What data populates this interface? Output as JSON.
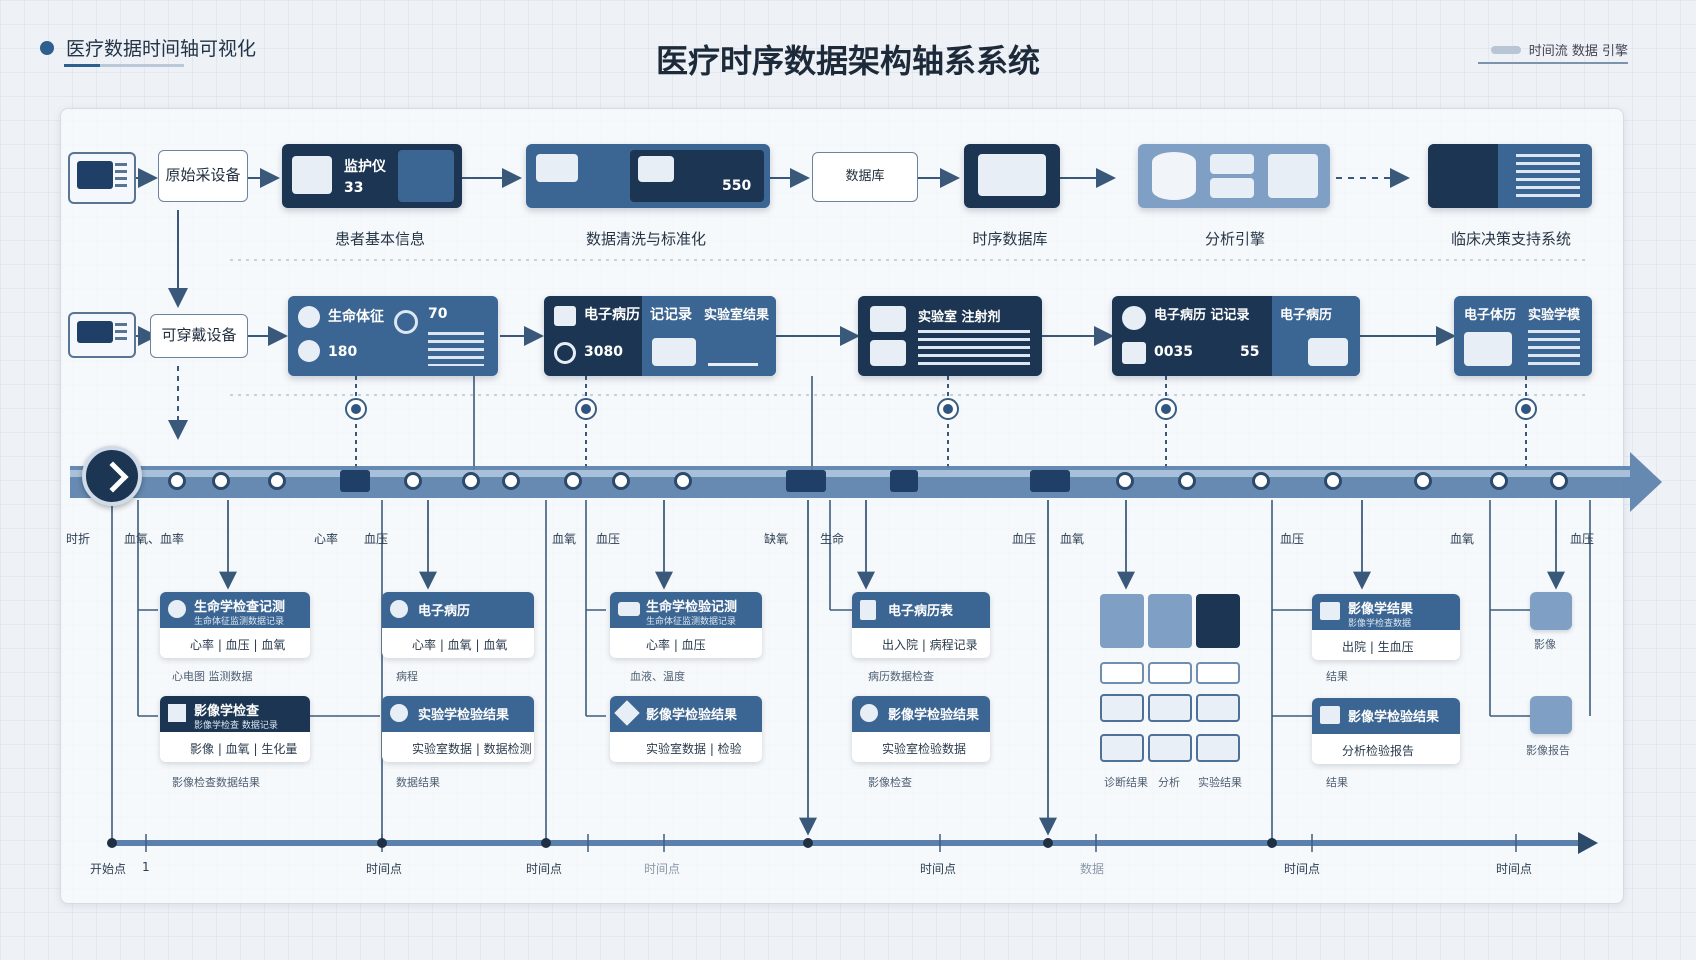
{
  "header": {
    "brand": "医疗数据时间轴可视化",
    "title": "医疗时序数据架构轴系系统",
    "corner_text": "时间流 数据 引擎"
  },
  "top_row": {
    "source_label": "原始采设备",
    "monitor_label": "监护仪",
    "monitor_value": "33",
    "clean_value": "550",
    "middle_box_label": "数据库",
    "captions": [
      "患者基本信息",
      "数据清洗与标准化",
      "时序数据库",
      "分析引擎",
      "临床决策支持系统"
    ]
  },
  "second_row": {
    "device_label": "可穿戴设备",
    "node1": {
      "title": "生命体征",
      "value": "180",
      "side": "70"
    },
    "node2": {
      "title": "电子病历",
      "title2": "记记录",
      "title3": "实验室结果",
      "value": "3080"
    },
    "node3": {
      "title": "实验室 注射剂"
    },
    "node4": {
      "title": "电子病历 记记录",
      "title2": "电子病历",
      "value": "0035",
      "value2": "55"
    },
    "node5": {
      "title": "电子体历",
      "title2": "实验学模"
    }
  },
  "timeline_labels": [
    "时折",
    "血氧、血率",
    "心率",
    "血压",
    "血氧",
    "血压",
    "缺氧",
    "生命",
    "血压",
    "血氧",
    "血压",
    "血氧",
    "血压"
  ],
  "cards": [
    {
      "title": "生命学检查记测",
      "sub": "生命体征监测数据记录",
      "row": "心率 | 血压 | 血氧",
      "foot": "心电图   监测数据"
    },
    {
      "title": "影像学检查",
      "sub": "影像学检查 数据记录",
      "row": "影像 | 血氧 | 生化量",
      "foot": "影像检查数据结果"
    },
    {
      "title": "电子病历",
      "sub": "",
      "row": "心率 | 血氧 | 血氧",
      "foot": "病程"
    },
    {
      "title": "实验学检验结果",
      "sub": "",
      "row": "实验室数据 | 数据检测",
      "foot": "数据结果"
    },
    {
      "title": "生命学检验记测",
      "sub": "生命体征监测数据记录",
      "row": "心率 | 血压",
      "foot": "血液、温度"
    },
    {
      "title": "影像学检验结果",
      "sub": "",
      "row": "实验室数据 | 检验",
      "foot": ""
    },
    {
      "title": "电子病历表",
      "sub": "",
      "row": "出入院 | 病程记录",
      "foot": "病历数据检查"
    },
    {
      "title": "影像学检验结果",
      "sub": "",
      "row": "实验室检验数据",
      "foot": "影像检查"
    },
    {
      "title": "影像学结果",
      "sub": "影像学检查数据",
      "row": "出院 | 生血压",
      "foot": "结果"
    },
    {
      "title": "影像学检验结果",
      "sub": "",
      "row": "分析检验报告",
      "foot": "结果"
    }
  ],
  "grid_tiles": {
    "captions": [
      "诊断结果",
      "分析",
      "实验结果"
    ]
  },
  "right_mini": {
    "top": "影像",
    "bottom": "影像报告"
  },
  "bottom_axis": {
    "labels": [
      "开始点",
      "1",
      "时间点",
      "时间点",
      "时间点",
      "时间点",
      "数据",
      "时间点",
      "时间点"
    ]
  },
  "colors": {
    "dark": "#1c3553",
    "mid": "#3b6592",
    "light": "#7fa0c4",
    "axis": "#4a6f99"
  }
}
